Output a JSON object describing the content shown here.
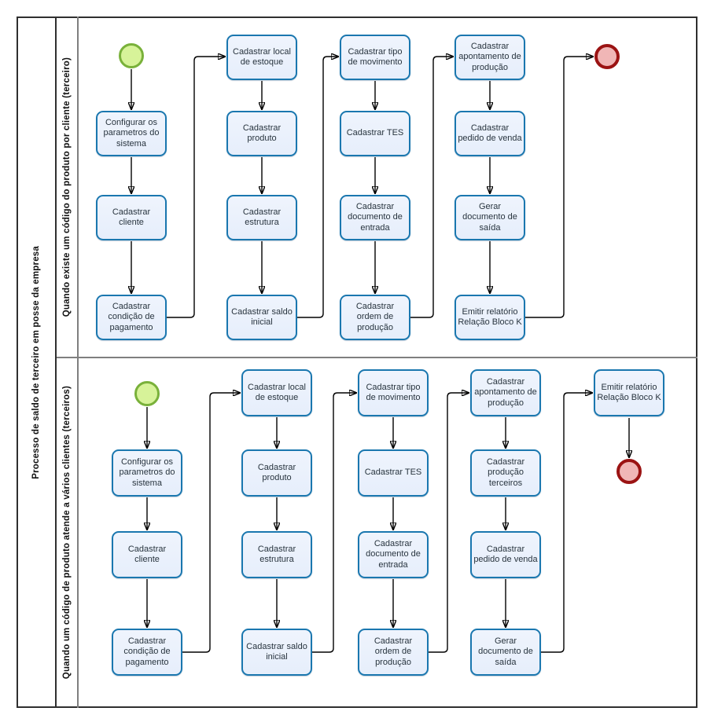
{
  "diagram": {
    "pool_label": "Processo de saldo de terceiro em posse da empresa",
    "lanes": [
      {
        "label": "Quando existe um código do produto por cliente (terceiro)",
        "tasks": [
          {
            "label": "Configurar os parametros do sistema"
          },
          {
            "label": "Cadastrar cliente"
          },
          {
            "label": "Cadastrar condição de pagamento"
          },
          {
            "label": "Cadastrar local de estoque"
          },
          {
            "label": "Cadastrar produto"
          },
          {
            "label": "Cadastrar estrutura"
          },
          {
            "label": "Cadastrar saldo inicial"
          },
          {
            "label": "Cadastrar tipo de movimento"
          },
          {
            "label": "Cadastrar TES"
          },
          {
            "label": "Cadastrar documento de entrada"
          },
          {
            "label": "Cadastrar ordem de produção"
          },
          {
            "label": "Cadastrar apontamento de produção"
          },
          {
            "label": "Cadastrar pedido de venda"
          },
          {
            "label": "Gerar documento de saída"
          },
          {
            "label": "Emitir relatório Relação Bloco K"
          }
        ]
      },
      {
        "label": "Quando um código de produto atende a vários clientes (terceiros)",
        "tasks": [
          {
            "label": "Configurar os parametros do sistema"
          },
          {
            "label": "Cadastrar cliente"
          },
          {
            "label": "Cadastrar condição de pagamento"
          },
          {
            "label": "Cadastrar local de estoque"
          },
          {
            "label": "Cadastrar produto"
          },
          {
            "label": "Cadastrar estrutura"
          },
          {
            "label": "Cadastrar saldo inicial"
          },
          {
            "label": "Cadastrar tipo de movimento"
          },
          {
            "label": "Cadastrar TES"
          },
          {
            "label": "Cadastrar documento de entrada"
          },
          {
            "label": "Cadastrar ordem de produção"
          },
          {
            "label": "Cadastrar apontamento de produção"
          },
          {
            "label": "Cadastrar produção terceiros"
          },
          {
            "label": "Cadastrar pedido de venda"
          },
          {
            "label": "Gerar documento de saída"
          },
          {
            "label": "Emitir relatório Relação Bloco K"
          }
        ]
      }
    ],
    "colors": {
      "task_fill": "#e9f0fb",
      "task_border": "#1a77af",
      "start_event_fill": "#d7f399",
      "start_event_border": "#79b13a",
      "end_event_fill": "#f0b6b6",
      "end_event_border": "#9b1313",
      "sequence_flow": "#000000",
      "lane_border": "#7f7f7f",
      "pool_border": "#2f2f2f"
    }
  }
}
